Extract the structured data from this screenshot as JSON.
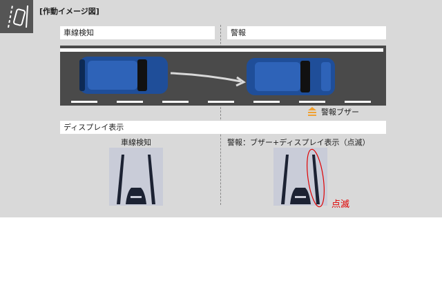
{
  "caption": "[作動イメージ図]",
  "left_label": "車線検知",
  "right_label": "警報",
  "buzzer_label": "警報ブザー",
  "display_label": "ディスプレイ表示",
  "left_display_caption": "車線検知",
  "right_display_caption": "警報：ブザー+ディスプレイ表示（点滅）",
  "blink_label": "点滅",
  "colors": {
    "panel": "#d9d9d9",
    "road": "#4a4a4a",
    "car": "#1f4e99",
    "accent": "#f0a030",
    "highlight": "#e00000"
  }
}
